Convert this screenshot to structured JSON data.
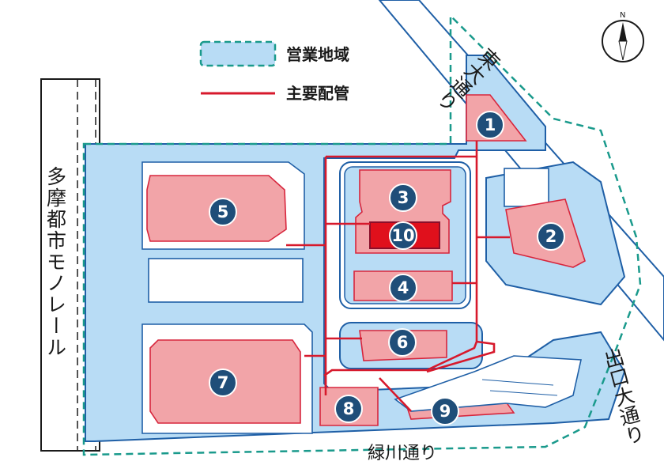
{
  "legend": {
    "service_area": "営業地域",
    "main_pipe": "主要配管"
  },
  "compass": {
    "north": "N"
  },
  "roads": {
    "monorail": "多摩都市モノレール",
    "higashi_odori": "東大通り",
    "deguchi_odori": "出口大通り",
    "midorikawa": "緑川通り"
  },
  "buildings": [
    "1",
    "2",
    "3",
    "4",
    "5",
    "6",
    "7",
    "8",
    "9",
    "10"
  ],
  "colors": {
    "zone_fill": "#b8dcf5",
    "zone_border": "#1f5fa6",
    "dashed_border": "#1a9a8c",
    "building_fill": "#f2a4a8",
    "pipe": "#d7192c",
    "marker": "#1f4e79",
    "highlight": "#e0101c"
  }
}
